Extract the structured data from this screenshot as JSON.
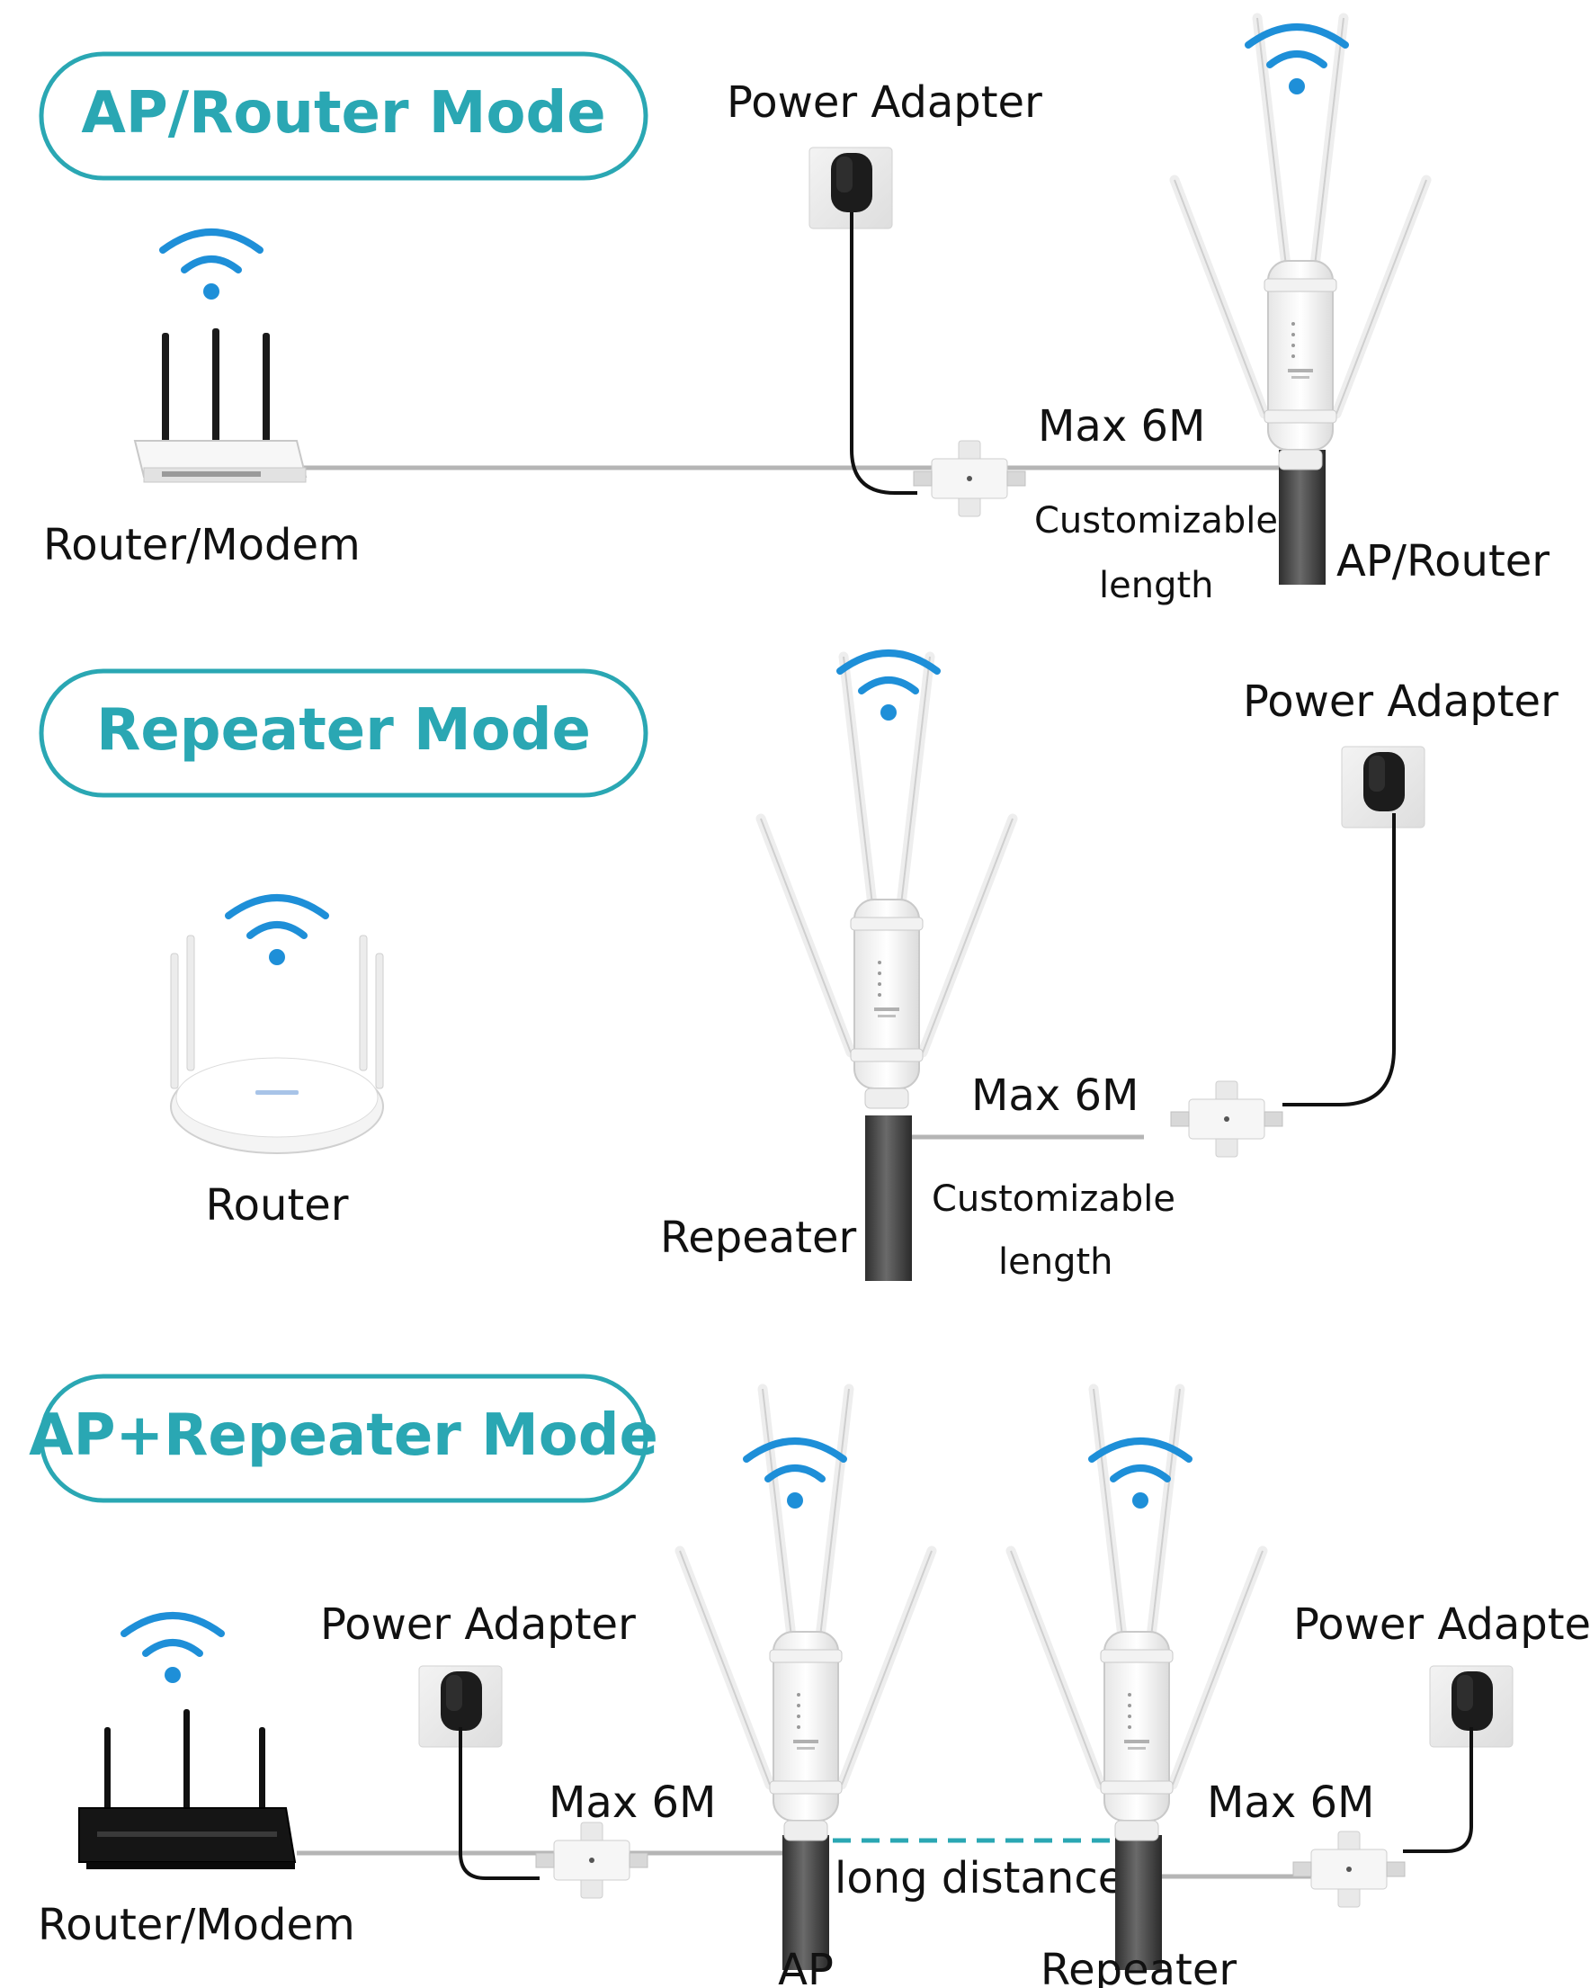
{
  "colors": {
    "accent": "#2aa7b3",
    "wifi": "#1e8fd8",
    "pole": "#4a4a4a",
    "cable": "#b5b5b5",
    "power_cable": "#111111",
    "text": "#111111"
  },
  "sections": {
    "ap_router": {
      "title": "AP/Router Mode",
      "power_adapter": "Power Adapter",
      "max_length": "Max 6M",
      "customizable_1": "Customizable",
      "customizable_2": "length",
      "device_left": "Router/Modem",
      "device_right": "AP/Router"
    },
    "repeater": {
      "title": "Repeater Mode",
      "power_adapter": "Power Adapter",
      "max_length": "Max 6M",
      "customizable_1": "Customizable",
      "customizable_2": "length",
      "device_left": "Router",
      "device_right": "Repeater"
    },
    "ap_repeater": {
      "title": "AP+Repeater Mode",
      "power_adapter_left": "Power Adapter",
      "power_adapter_right": "Power Adapte",
      "max_length_left": "Max 6M",
      "max_length_right": "Max 6M",
      "long_distance": "long distance",
      "device_router": "Router/Modem",
      "device_ap": "AP",
      "device_repeater": "Repeater"
    }
  },
  "icons": [
    "wifi-icon",
    "router-icon",
    "outdoor-ap-icon",
    "power-adapter-icon",
    "poe-injector-icon",
    "mounting-pole-icon"
  ]
}
